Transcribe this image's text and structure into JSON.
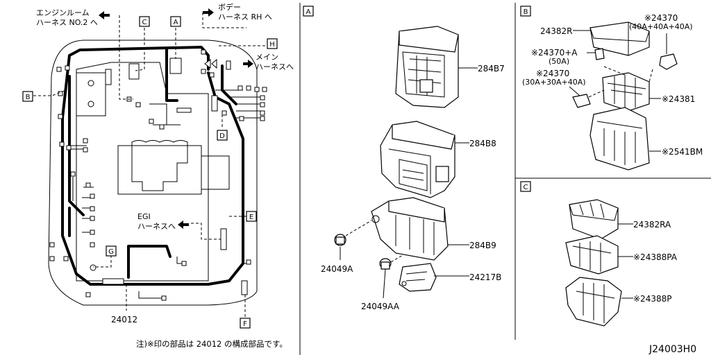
{
  "callouts": {
    "engine_room_harness_1": "エンジンルーム",
    "engine_room_harness_2": "ハーネス NO.2 へ",
    "body_harness_1": "ボデー",
    "body_harness_2": "ハーネス RH へ",
    "main_harness_1": "メイン",
    "main_harness_2": "ハーネスへ",
    "egi_harness_1": "EGI",
    "egi_harness_2": "ハーネスへ"
  },
  "section_labels": {
    "A": "A",
    "B": "B",
    "C": "C",
    "D": "D",
    "E": "E",
    "F": "F",
    "G": "G",
    "H": "H"
  },
  "harness_part": "24012",
  "panel_a": {
    "label": "A",
    "parts": [
      "284B7",
      "284B8",
      "284B9",
      "24217B",
      "24049A",
      "24049AA"
    ]
  },
  "panel_b": {
    "label": "B",
    "parts": [
      "24382R",
      "※24370",
      "(40A+40A+40A)",
      "※24370+A",
      "(50A)",
      "※24370",
      "(30A+30A+40A)",
      "※24381",
      "※2541BM"
    ]
  },
  "panel_c": {
    "label": "C",
    "parts": [
      "24382RA",
      "※24388PA",
      "※24388P"
    ]
  },
  "footnote": "注)※印の部品は 24012 の構成部品です。",
  "diagram_code": "J24003H0"
}
